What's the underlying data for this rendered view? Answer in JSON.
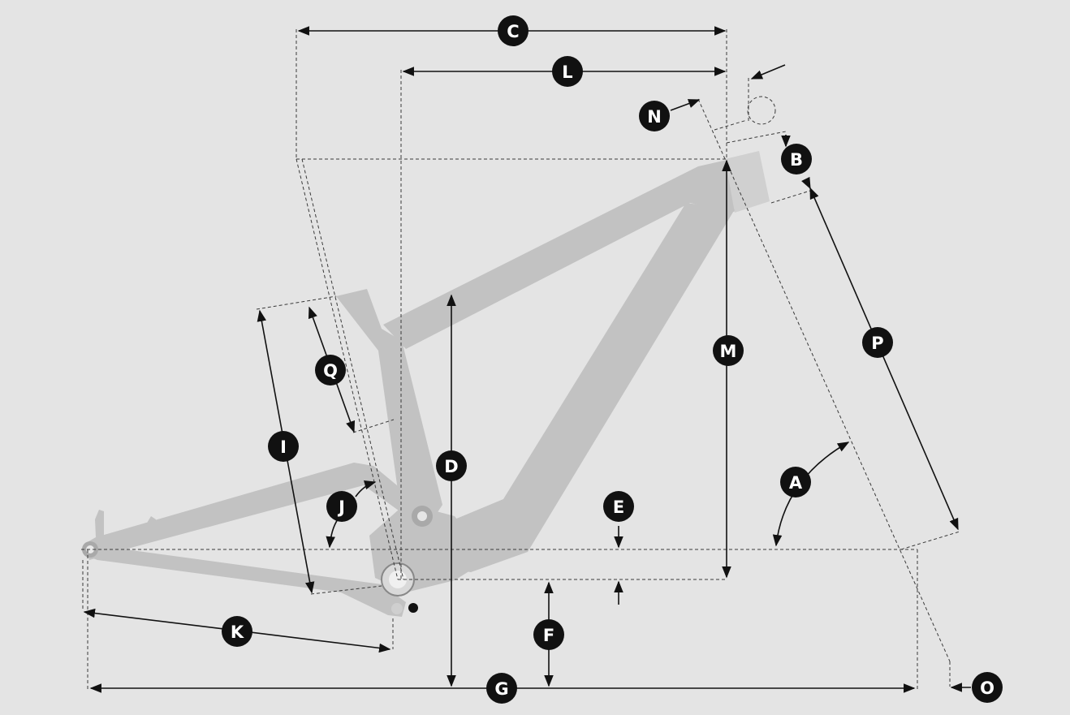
{
  "diagram": {
    "labels": {
      "A": "A",
      "B": "B",
      "C": "C",
      "D": "D",
      "E": "E",
      "F": "F",
      "G": "G",
      "I": "I",
      "J": "J",
      "K": "K",
      "L": "L",
      "M": "M",
      "N": "N",
      "O": "O",
      "P": "P",
      "Q": "Q"
    }
  },
  "colors": {
    "background": "#e4e4e4",
    "frame": "#c2c2c2",
    "lines": "#111111",
    "badge": "#111111",
    "badge_text": "#ffffff"
  }
}
